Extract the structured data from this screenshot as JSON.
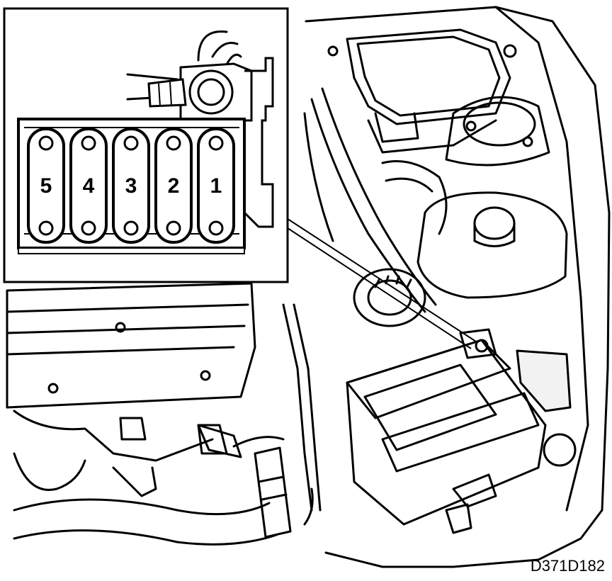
{
  "reference_code": "D371D182",
  "fuse_labels": [
    "5",
    "4",
    "3",
    "2",
    "1"
  ]
}
